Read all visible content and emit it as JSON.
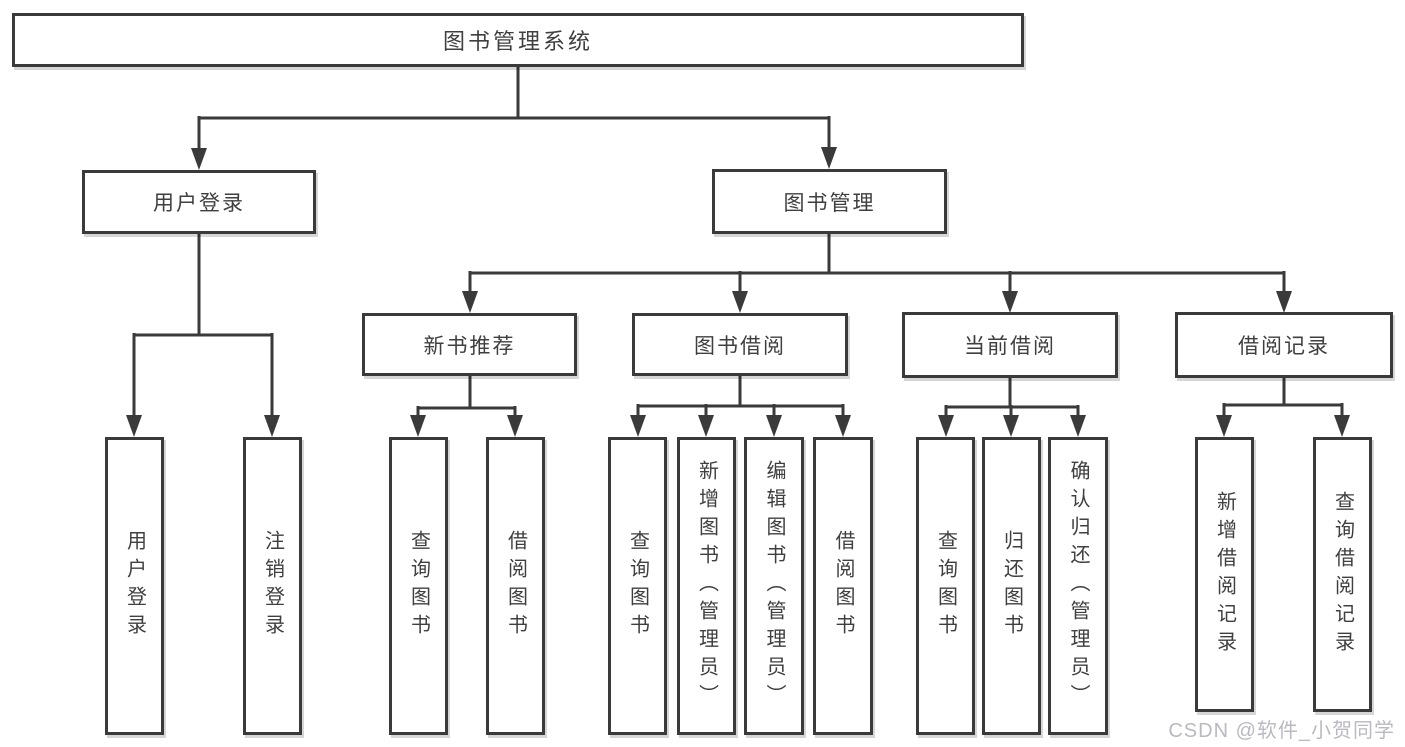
{
  "title": "图书管理系统",
  "nodes": {
    "user_login": "用户登录",
    "book_management": "图书管理",
    "new_books": "新书推荐",
    "book_borrowing": "图书借阅",
    "current_borrowing": "当前借阅",
    "borrowing_records": "借阅记录"
  },
  "leaves": {
    "user_login": [
      "用户登录",
      "注销登录"
    ],
    "new_books": [
      "查询图书",
      "借阅图书"
    ],
    "book_borrowing": [
      "查询图书",
      "新增图书（管理员）",
      "编辑图书（管理员）",
      "借阅图书"
    ],
    "current_borrowing": [
      "查询图书",
      "归还图书",
      "确认归还（管理员）"
    ],
    "borrowing_records": [
      "新增借阅记录",
      "查询借阅记录"
    ]
  },
  "watermark": "CSDN @软件_小贺同学",
  "colors": {
    "line": "#3a3a3a",
    "text": "#3f3f3f",
    "background": "#ffffff",
    "watermark": "#b9b9c2"
  }
}
